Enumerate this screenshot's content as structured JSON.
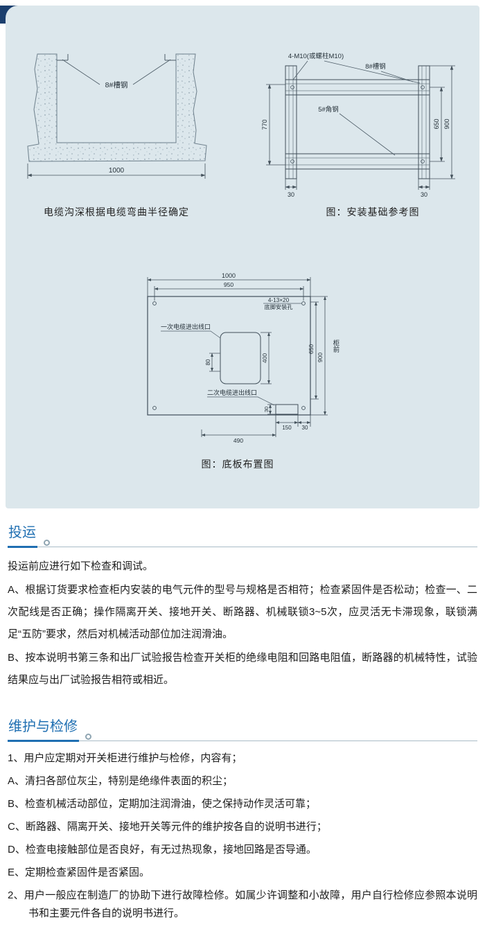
{
  "page": {
    "accent_blue": "#1f6fb2",
    "panel_bg": "#dce7ec",
    "corner_navy": "#1b3f6e"
  },
  "diagrams": {
    "trench": {
      "channel_label": "8#槽钢",
      "dim_width": "1000",
      "caption": "电缆沟深根据电缆弯曲半径确定"
    },
    "foundation": {
      "bolt_label": "4-M10(或螺柱M10)",
      "channel_label": "8#槽钢",
      "angle_label": "5#角钢",
      "dim_height": "770",
      "dim_inner": "650",
      "dim_outer": "900",
      "dim_foot_left": "30",
      "dim_foot_right": "30",
      "caption": "图：安装基础参考图"
    },
    "base_plate": {
      "dim_width_outer": "1000",
      "dim_width_inner": "950",
      "hole_label_line1": "4-13×20",
      "hole_label_line2": "底脚安装孔",
      "primary_label": "一次电缆进出线口",
      "secondary_label": "二次电缆进出线口",
      "dim_primary_h": "400",
      "dim_primary_w": "80",
      "dim_right_inner": "650",
      "dim_right_outer": "900",
      "front_label": "柜前",
      "dim_sec_h": "30",
      "dim_sec_w": "150",
      "dim_sec_gap": "30",
      "dim_sec_offset": "490",
      "caption": "图：底板布置图"
    }
  },
  "sections": [
    {
      "title": "投运",
      "paragraphs": [
        "投运前应进行如下检查和调试。",
        "A、根据订货要求检查柜内安装的电气元件的型号与规格是否相符；检查紧固件是否松动；检查一、二次配线是否正确；操作隔离开关、接地开关、断路器、机械联锁3~5次，应灵活无卡滞现象，联锁满足“五防”要求，然后对机械活动部位加注润滑油。",
        "B、按本说明书第三条和出厂试验报告检查开关柜的绝缘电阻和回路电阻值，断路器的机械特性，试验结果应与出厂试验报告相符或相近。"
      ]
    },
    {
      "title": "维护与检修",
      "paragraphs": [
        "1、用户应定期对开关柜进行维护与检修，内容有；",
        "A、清扫各部位灰尘，特别是绝缘件表面的积尘；",
        "B、检查机械活动部位，定期加注润滑油，使之保持动作灵活可靠；",
        "C、断路器、隔离开关、接地开关等元件的维护按各自的说明书进行；",
        "D、检查电接触部位是否良好，有无过热现象，接地回路是否导通。",
        "E、定期检查紧固件是否紧固。",
        "2、用户一般应在制造厂的协助下进行故障检修。如属少许调整和小故障，用户自行检修应参照本说明书和主要元件各自的说明书进行。"
      ]
    }
  ]
}
